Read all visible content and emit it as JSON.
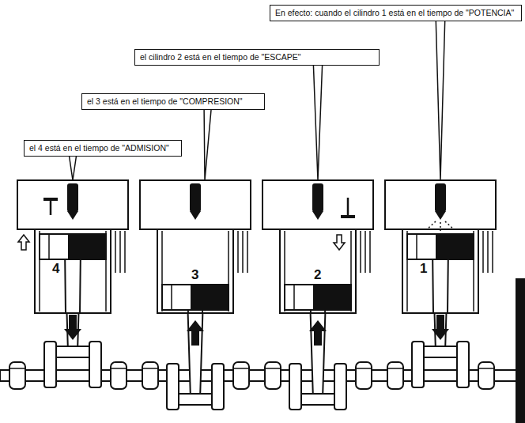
{
  "diagram": {
    "nodes": [
      {
        "text": [
          "En efecto: cuando el cilindro 1 está en el tiempo de \"POTENCIA\""
        ]
      },
      {
        "text": [
          "el cilindro 2 está en el tiempo de \"ESCAPE\""
        ]
      },
      {
        "text": [
          "el 3 está en el tiempo de \"COMPRESION\""
        ]
      },
      {
        "text": [
          "el 4 está en el tiempo de \"ADMISION\""
        ]
      }
    ],
    "labels": [
      "4",
      "3",
      "2",
      "1"
    ]
  }
}
